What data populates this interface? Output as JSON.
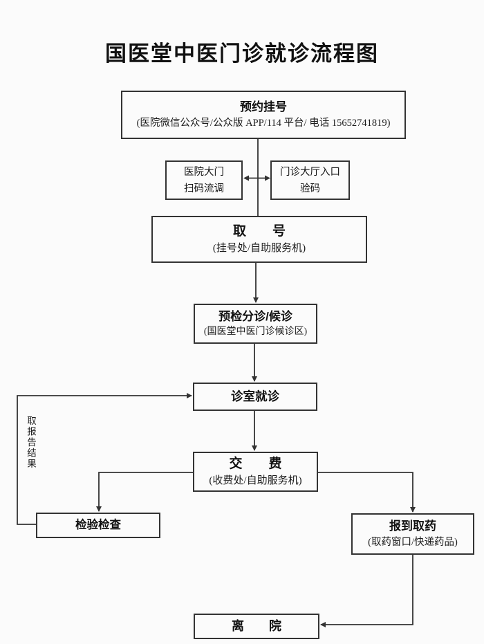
{
  "page": {
    "title": "国医堂中医门诊就诊流程图"
  },
  "colors": {
    "background": "#fbfbfb",
    "line": "#333333",
    "text": "#1a1a1a"
  },
  "nodes": {
    "appointment": {
      "title": "预约挂号",
      "subtitle": "(医院微信公众号/公众版 APP/114 平台/ 电话 15652741819)"
    },
    "gate_check": {
      "line1": "医院大门",
      "line2": "扫码流调"
    },
    "lobby_check": {
      "line1": "门诊大厅入口",
      "line2": "验码"
    },
    "get_number": {
      "title": "取　　号",
      "subtitle": "(挂号处/自助服务机)"
    },
    "triage": {
      "title": "预检分诊/候诊",
      "subtitle": "(国医堂中医门诊候诊区)"
    },
    "consultation": {
      "title": "诊室就诊"
    },
    "payment": {
      "title": "交　　费",
      "subtitle": "(收费处/自助服务机)"
    },
    "lab_test": {
      "title": "检验检查"
    },
    "pharmacy": {
      "title": "报到取药",
      "subtitle": "(取药窗口/快递药品)"
    },
    "discharge": {
      "title": "离　　院"
    }
  },
  "edge_labels": {
    "get_report": "取报告结果"
  }
}
